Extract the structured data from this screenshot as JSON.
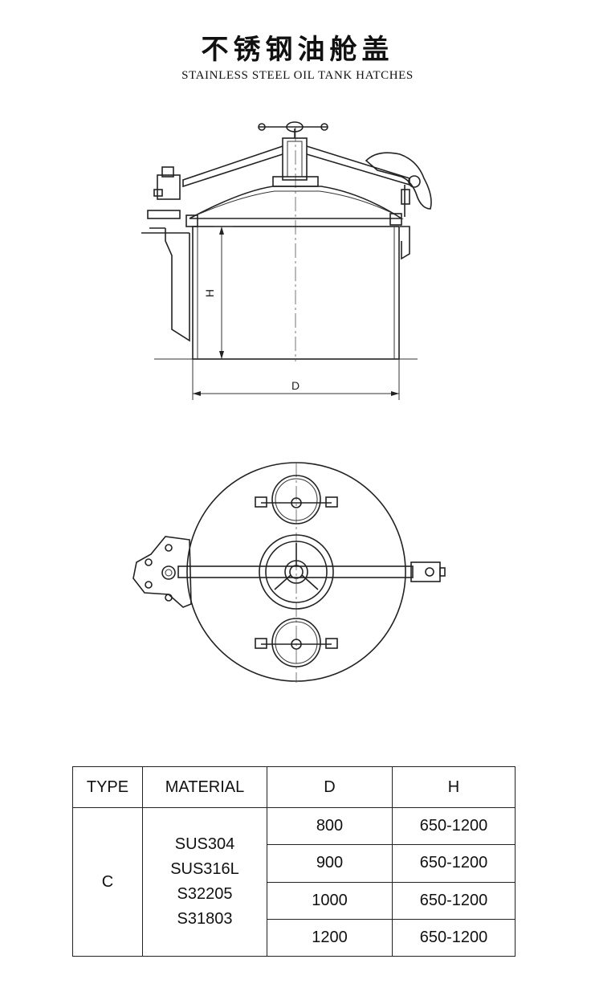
{
  "title_cn": "不锈钢油舱盖",
  "title_en": "STAINLESS STEEL OIL TANK HATCHES",
  "diagram": {
    "dim_height_label": "H",
    "dim_diameter_label": "D"
  },
  "table": {
    "headers": [
      "TYPE",
      "MATERIAL",
      "D",
      "H"
    ],
    "type": "C",
    "materials": [
      "SUS304",
      "SUS316L",
      "S32205",
      "S31803"
    ],
    "rows": [
      {
        "d": "800",
        "h": "650-1200"
      },
      {
        "d": "900",
        "h": "650-1200"
      },
      {
        "d": "1000",
        "h": "650-1200"
      },
      {
        "d": "1200",
        "h": "650-1200"
      }
    ]
  }
}
